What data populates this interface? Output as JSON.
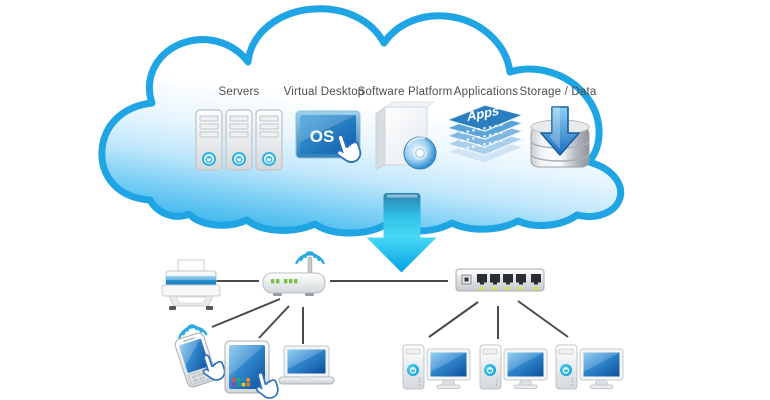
{
  "cloud": {
    "services": [
      {
        "label": "Servers",
        "icon": "server-rack-icon"
      },
      {
        "label": "Virtual Desktop",
        "icon": "os-monitor-icon",
        "screen_text": "OS"
      },
      {
        "label": "Software Platform",
        "icon": "software-box-icon"
      },
      {
        "label": "Applications",
        "icon": "apps-stack-icon",
        "stack_text": "Apps"
      },
      {
        "label": "Storage / Data",
        "icon": "storage-download-icon"
      }
    ]
  },
  "network": {
    "devices": [
      "printer",
      "wireless-router",
      "network-switch",
      "smartphone",
      "tablet",
      "laptop",
      "desktop-pc",
      "desktop-pc",
      "desktop-pc"
    ]
  },
  "colors": {
    "cloud_border": "#1fa5e4",
    "cloud_fill_bottom": "#38b4ec",
    "arrow_cyan": "#00b2e8",
    "connector": "#4a4a4a",
    "label_text": "#4d4d4d",
    "wifi_blue": "#29abe2",
    "led_green": "#7ac143",
    "screen_blue": "#1b6fc0"
  }
}
